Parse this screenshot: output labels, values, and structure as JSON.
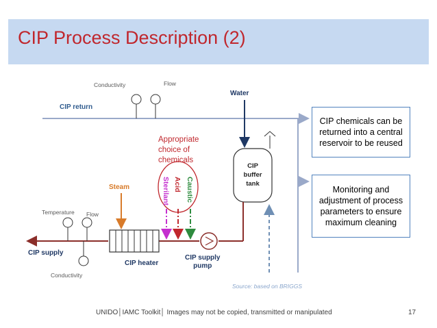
{
  "title": "CIP Process Description (2)",
  "labels": {
    "conductivity_top": "Conductivity",
    "flow_top": "Flow",
    "water": "Water",
    "cip_return": "CIP return",
    "appropriate_chemicals": "Appropriate\nchoice of\nchemicals",
    "cip_buffer_tank": "CIP\nbuffer\ntank",
    "steam": "Steam",
    "caustic": "Caustic",
    "acid": "Acid",
    "sterilant": "Sterilant",
    "temperature": "Temperature",
    "flow_bottom": "Flow",
    "cip_supply": "CIP supply",
    "conductivity_bottom": "Conductivity",
    "cip_heater": "CIP heater",
    "cip_supply_pump": "CIP supply\npump",
    "source": "Source: based on BRIGGS"
  },
  "boxes": {
    "chemicals_returned": "CIP chemicals can be returned into a central reservoir to be reused",
    "monitoring": "Monitoring and adjustment of process parameters to ensure maximum cleaning"
  },
  "footer": "UNIDO│IAMC Toolkit│ Images may not be copied, transmitted or manipulated",
  "page_number": "17",
  "colors": {
    "header_bg": "#c6d9f1",
    "title": "#c0272d",
    "pipe": "#8b2e2a",
    "return_line": "#9aa9c9",
    "water": "#1f3864",
    "steam": "#d87b2a",
    "caustic": "#2e8b3e",
    "acid": "#c0272d",
    "sterilant": "#c42fcf",
    "box_border": "#4f81bd"
  }
}
